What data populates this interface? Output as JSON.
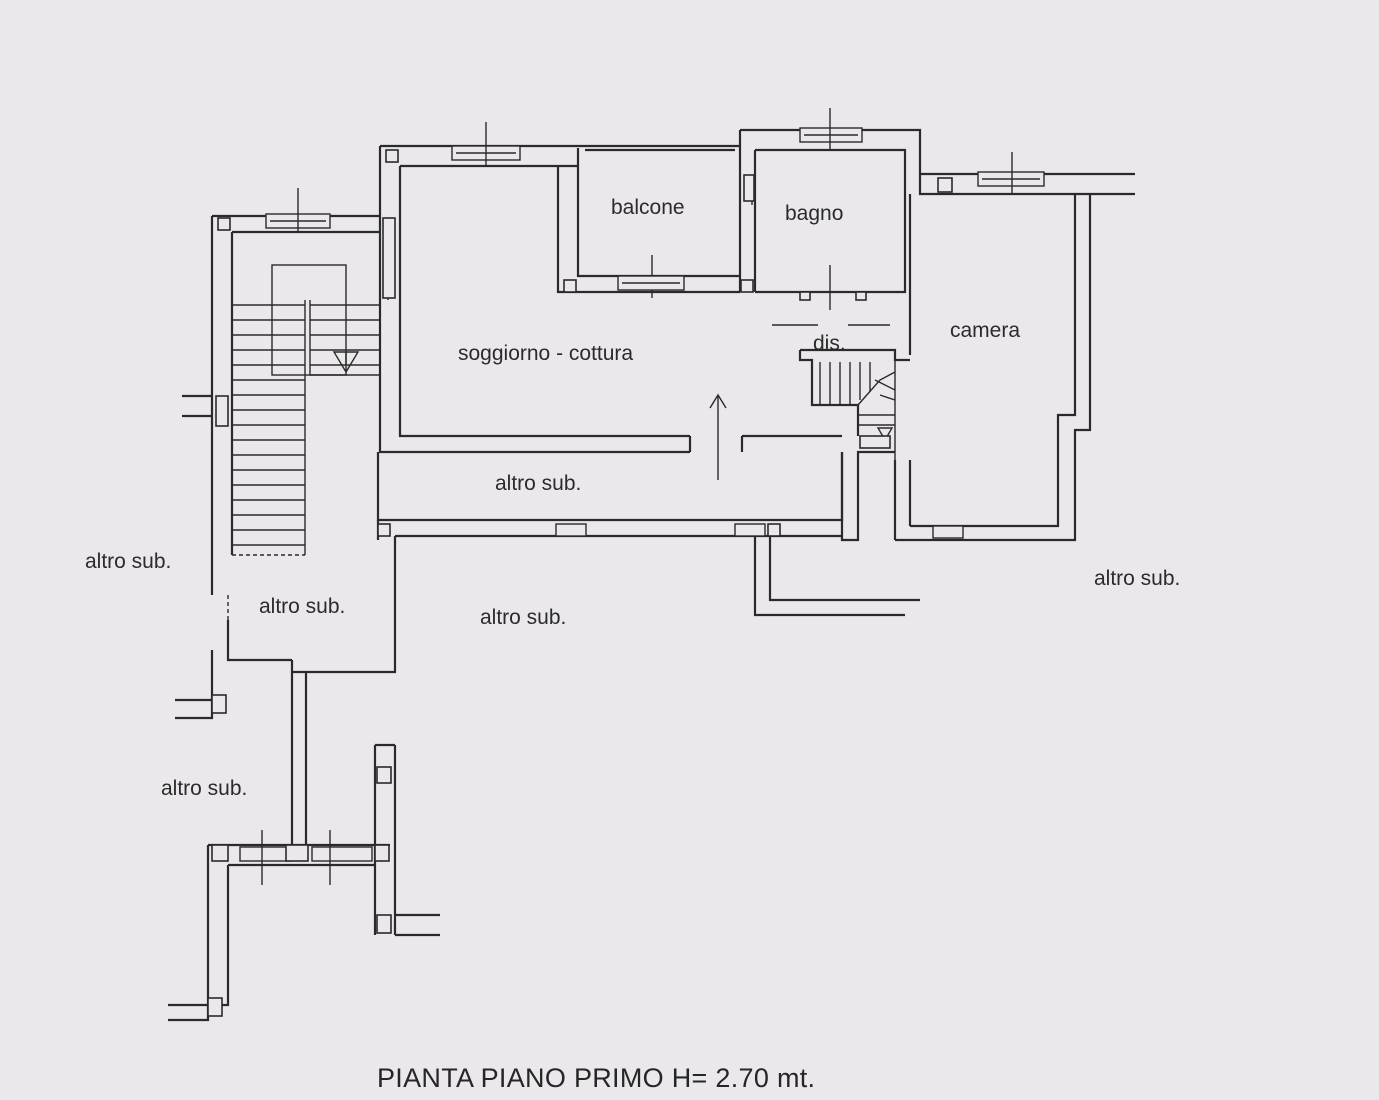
{
  "title": "PIANTA PIANO PRIMO H= 2.70 mt.",
  "rooms": {
    "balcone": "balcone",
    "bagno": "bagno",
    "camera": "camera",
    "soggiorno": "soggiorno - cottura",
    "dis": "dis."
  },
  "neighbors": {
    "label_corridor": "altro sub.",
    "label_left": "altro sub.",
    "label_left_inner": "altro sub.",
    "label_center": "altro sub.",
    "label_right": "altro sub.",
    "label_bottom_left": "altro sub."
  }
}
